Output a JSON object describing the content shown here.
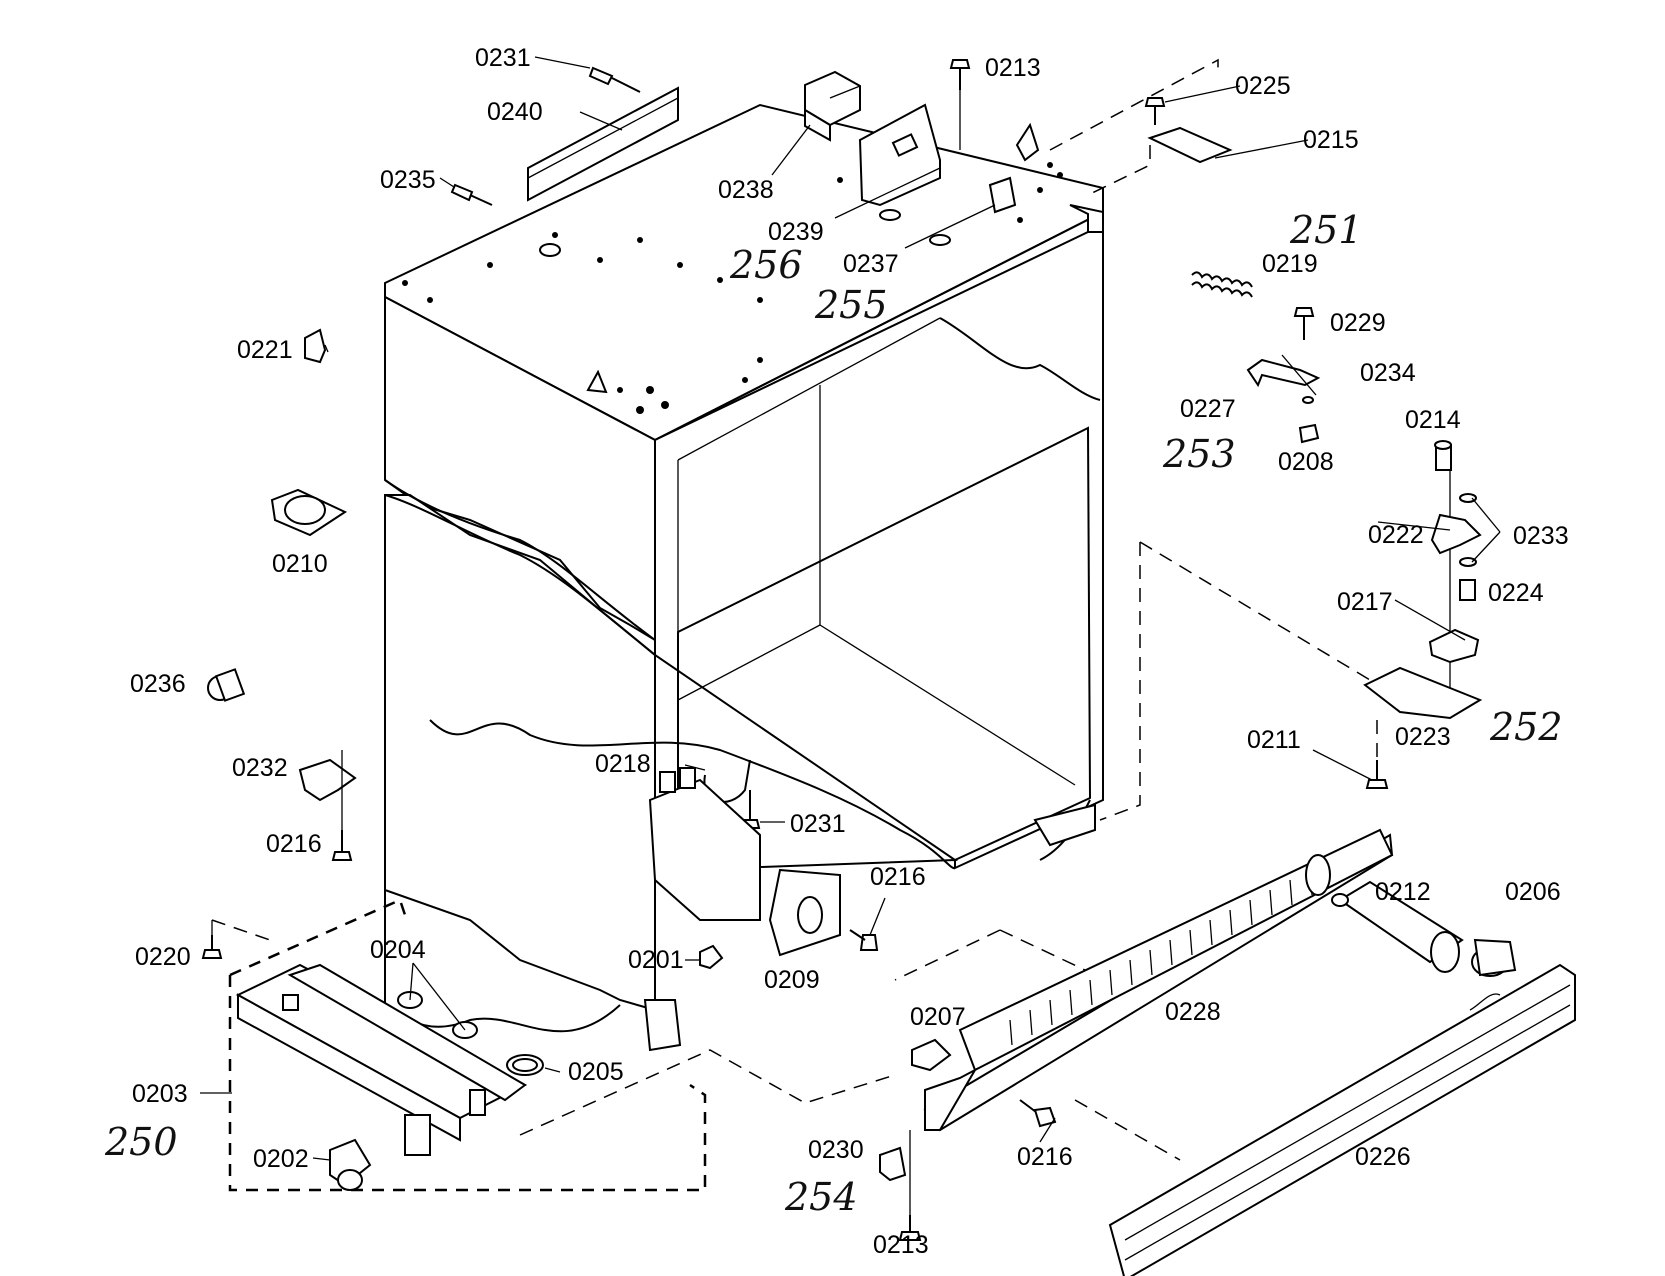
{
  "diagram": {
    "part_labels": [
      {
        "id": "0231a",
        "text": "0231"
      },
      {
        "id": "0240",
        "text": "0240"
      },
      {
        "id": "0235",
        "text": "0235"
      },
      {
        "id": "0238",
        "text": "0238"
      },
      {
        "id": "0239",
        "text": "0239"
      },
      {
        "id": "0237",
        "text": "0237"
      },
      {
        "id": "0213a",
        "text": "0213"
      },
      {
        "id": "0225",
        "text": "0225"
      },
      {
        "id": "0215",
        "text": "0215"
      },
      {
        "id": "0219",
        "text": "0219"
      },
      {
        "id": "0229",
        "text": "0229"
      },
      {
        "id": "0234",
        "text": "0234"
      },
      {
        "id": "0227",
        "text": "0227"
      },
      {
        "id": "0208",
        "text": "0208"
      },
      {
        "id": "0214",
        "text": "0214"
      },
      {
        "id": "0222",
        "text": "0222"
      },
      {
        "id": "0233",
        "text": "0233"
      },
      {
        "id": "0224",
        "text": "0224"
      },
      {
        "id": "0217",
        "text": "0217"
      },
      {
        "id": "0223",
        "text": "0223"
      },
      {
        "id": "0211",
        "text": "0211"
      },
      {
        "id": "0221",
        "text": "0221"
      },
      {
        "id": "0210",
        "text": "0210"
      },
      {
        "id": "0236",
        "text": "0236"
      },
      {
        "id": "0232",
        "text": "0232"
      },
      {
        "id": "0216a",
        "text": "0216"
      },
      {
        "id": "0218",
        "text": "0218"
      },
      {
        "id": "0231b",
        "text": "0231"
      },
      {
        "id": "0216b",
        "text": "0216"
      },
      {
        "id": "0209",
        "text": "0209"
      },
      {
        "id": "0201",
        "text": "0201"
      },
      {
        "id": "0220",
        "text": "0220"
      },
      {
        "id": "0204",
        "text": "0204"
      },
      {
        "id": "0205",
        "text": "0205"
      },
      {
        "id": "0203",
        "text": "0203"
      },
      {
        "id": "0202",
        "text": "0202"
      },
      {
        "id": "0207",
        "text": "0207"
      },
      {
        "id": "0228",
        "text": "0228"
      },
      {
        "id": "0212",
        "text": "0212"
      },
      {
        "id": "0206",
        "text": "0206"
      },
      {
        "id": "0216c",
        "text": "0216"
      },
      {
        "id": "0230",
        "text": "0230"
      },
      {
        "id": "0213b",
        "text": "0213"
      },
      {
        "id": "0226",
        "text": "0226"
      }
    ],
    "handwritten_labels": [
      {
        "id": "251",
        "text": "251"
      },
      {
        "id": "256",
        "text": "256"
      },
      {
        "id": "255",
        "text": "255"
      },
      {
        "id": "253",
        "text": "253"
      },
      {
        "id": "252",
        "text": "252"
      },
      {
        "id": "250",
        "text": "250"
      },
      {
        "id": "254",
        "text": "254"
      }
    ]
  }
}
